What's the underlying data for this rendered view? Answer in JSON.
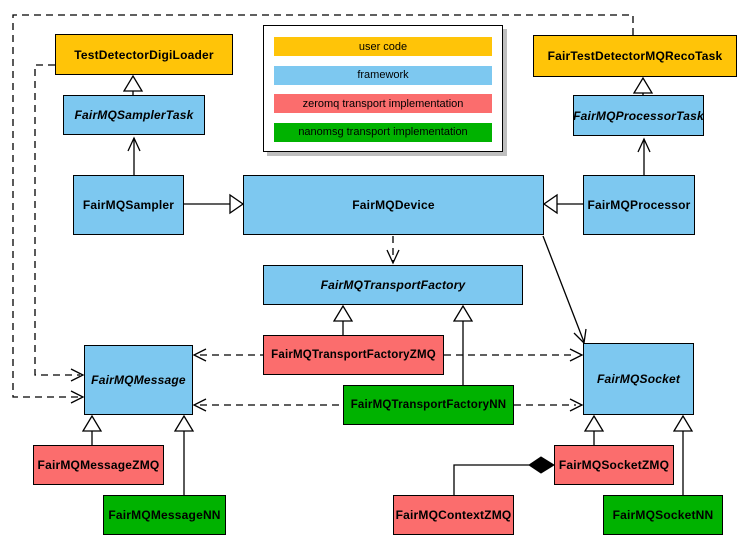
{
  "legend": {
    "items": [
      {
        "label": "user code",
        "color": "#FFC408"
      },
      {
        "label": "framework",
        "color": "#7DC8F0"
      },
      {
        "label": "zeromq transport implementation",
        "color": "#FB6D6D"
      },
      {
        "label": "nanomsg transport implementation",
        "color": "#00B200"
      }
    ]
  },
  "colors": {
    "user_code": "#FFC408",
    "framework": "#7DC8F0",
    "zeromq": "#FB6D6D",
    "nanomsg": "#00B200",
    "line": "#000000",
    "background": "#FFFFFF"
  },
  "nodes": {
    "digiLoader": {
      "label": "TestDetectorDigiLoader",
      "color": "#FFC408",
      "category": "user code"
    },
    "recoTask": {
      "label": "FairTestDetectorMQRecoTask",
      "color": "#FFC408",
      "category": "user code"
    },
    "samplerTask": {
      "label": "FairMQSamplerTask",
      "color": "#7DC8F0",
      "category": "framework",
      "abstract": true
    },
    "processorTask": {
      "label": "FairMQProcessorTask",
      "color": "#7DC8F0",
      "category": "framework",
      "abstract": true
    },
    "sampler": {
      "label": "FairMQSampler",
      "color": "#7DC8F0",
      "category": "framework"
    },
    "device": {
      "label": "FairMQDevice",
      "color": "#7DC8F0",
      "category": "framework"
    },
    "processor": {
      "label": "FairMQProcessor",
      "color": "#7DC8F0",
      "category": "framework"
    },
    "transportFactory": {
      "label": "FairMQTransportFactory",
      "color": "#7DC8F0",
      "category": "framework",
      "abstract": true
    },
    "tfZMQ": {
      "label": "FairMQTransportFactoryZMQ",
      "color": "#FB6D6D",
      "category": "zeromq"
    },
    "tfNN": {
      "label": "FairMQTransportFactoryNN",
      "color": "#00B200",
      "category": "nanomsg"
    },
    "message": {
      "label": "FairMQMessage",
      "color": "#7DC8F0",
      "category": "framework",
      "abstract": true
    },
    "socket": {
      "label": "FairMQSocket",
      "color": "#7DC8F0",
      "category": "framework",
      "abstract": true
    },
    "messageZMQ": {
      "label": "FairMQMessageZMQ",
      "color": "#FB6D6D",
      "category": "zeromq"
    },
    "messageNN": {
      "label": "FairMQMessageNN",
      "color": "#00B200",
      "category": "nanomsg"
    },
    "contextZMQ": {
      "label": "FairMQContextZMQ",
      "color": "#FB6D6D",
      "category": "zeromq"
    },
    "socketZMQ": {
      "label": "FairMQSocketZMQ",
      "color": "#FB6D6D",
      "category": "zeromq"
    },
    "socketNN": {
      "label": "FairMQSocketNN",
      "color": "#00B200",
      "category": "nanomsg"
    }
  },
  "edges": [
    {
      "from": "digiLoader",
      "to": "samplerTask",
      "type": "inheritance"
    },
    {
      "from": "recoTask",
      "to": "processorTask",
      "type": "inheritance"
    },
    {
      "from": "sampler",
      "to": "samplerTask",
      "type": "association"
    },
    {
      "from": "processor",
      "to": "processorTask",
      "type": "association"
    },
    {
      "from": "sampler",
      "to": "device",
      "type": "inheritance"
    },
    {
      "from": "processor",
      "to": "device",
      "type": "inheritance"
    },
    {
      "from": "device",
      "to": "transportFactory",
      "type": "dependency-dashed"
    },
    {
      "from": "device",
      "to": "socket",
      "type": "association"
    },
    {
      "from": "tfZMQ",
      "to": "transportFactory",
      "type": "inheritance"
    },
    {
      "from": "tfNN",
      "to": "transportFactory",
      "type": "inheritance"
    },
    {
      "from": "tfZMQ",
      "to": "message",
      "type": "dependency-dashed"
    },
    {
      "from": "tfNN",
      "to": "message",
      "type": "dependency-dashed"
    },
    {
      "from": "tfZMQ",
      "to": "socket",
      "type": "dependency-dashed"
    },
    {
      "from": "tfNN",
      "to": "socket",
      "type": "dependency-dashed"
    },
    {
      "from": "recoTask",
      "to": "message",
      "type": "dependency-dashed"
    },
    {
      "from": "digiLoader",
      "to": "message",
      "type": "dependency-dashed"
    },
    {
      "from": "messageZMQ",
      "to": "message",
      "type": "inheritance"
    },
    {
      "from": "messageNN",
      "to": "message",
      "type": "inheritance"
    },
    {
      "from": "socketZMQ",
      "to": "socket",
      "type": "inheritance"
    },
    {
      "from": "socketNN",
      "to": "socket",
      "type": "inheritance"
    },
    {
      "from": "contextZMQ",
      "to": "socketZMQ",
      "type": "composition"
    }
  ]
}
